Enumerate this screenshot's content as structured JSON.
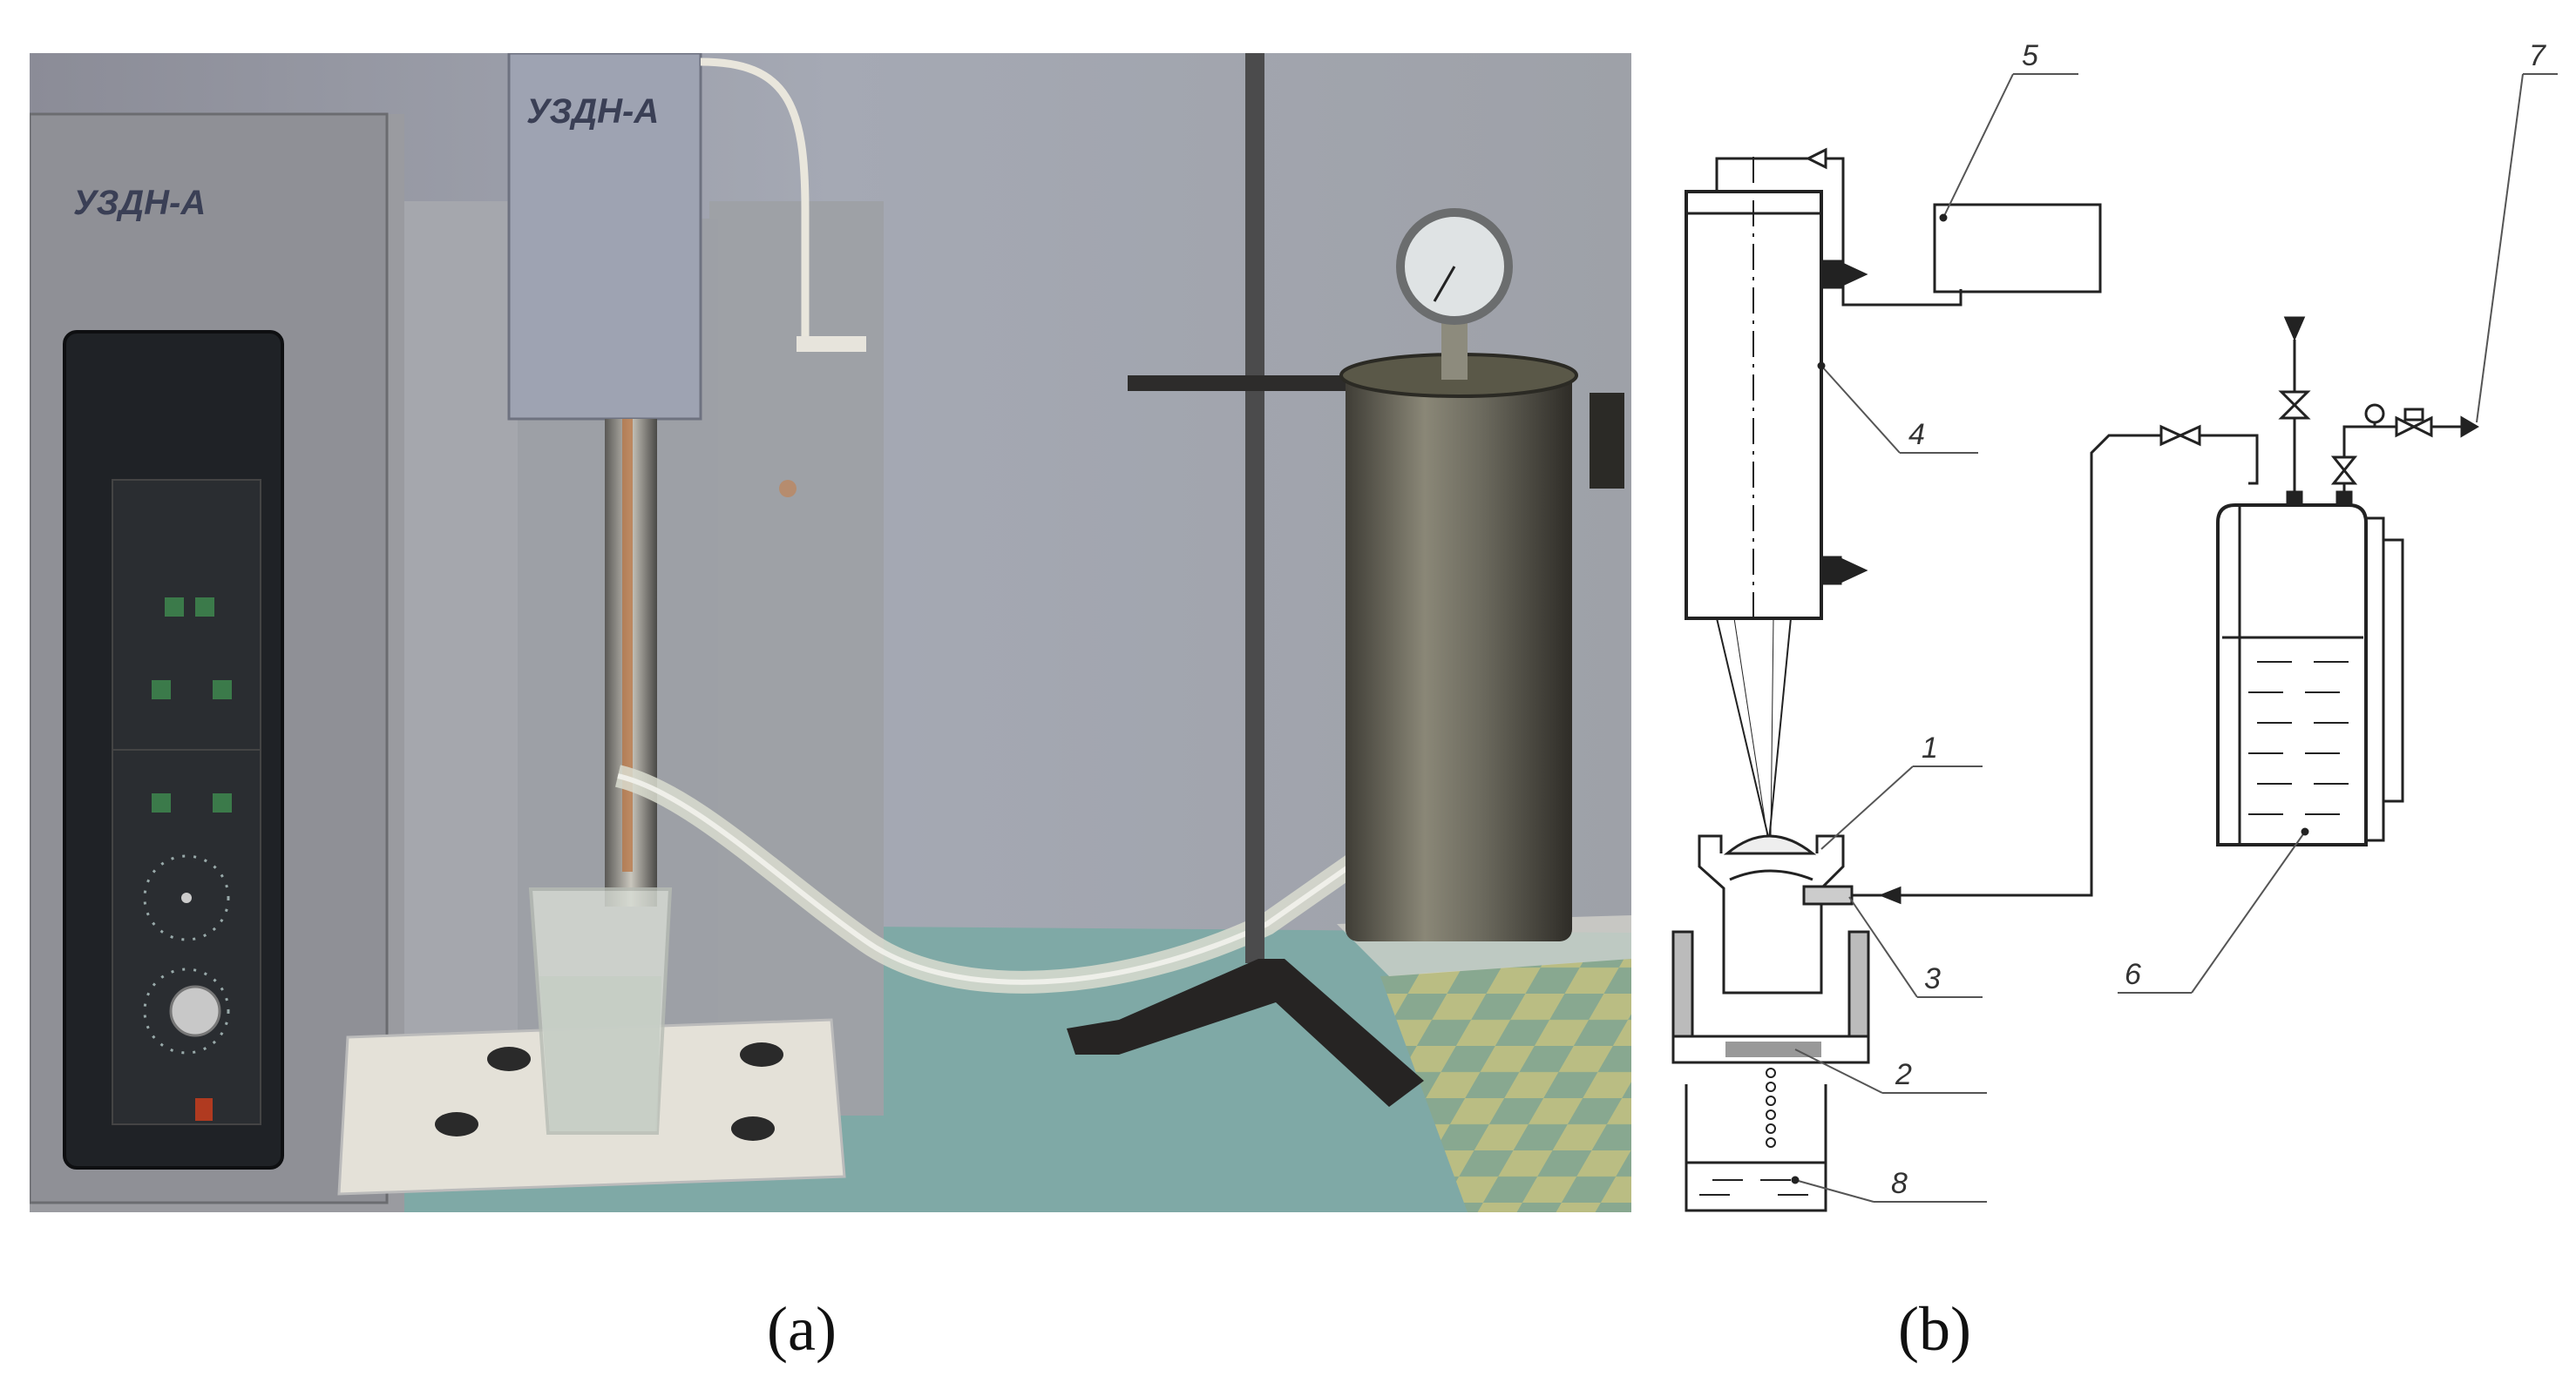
{
  "captions": {
    "a": "(a)",
    "b": "(b)"
  },
  "photo": {
    "device_logo": "УЗДН-А"
  },
  "diagram": {
    "callouts": [
      "1",
      "2",
      "3",
      "4",
      "5",
      "6",
      "7",
      "8"
    ]
  }
}
